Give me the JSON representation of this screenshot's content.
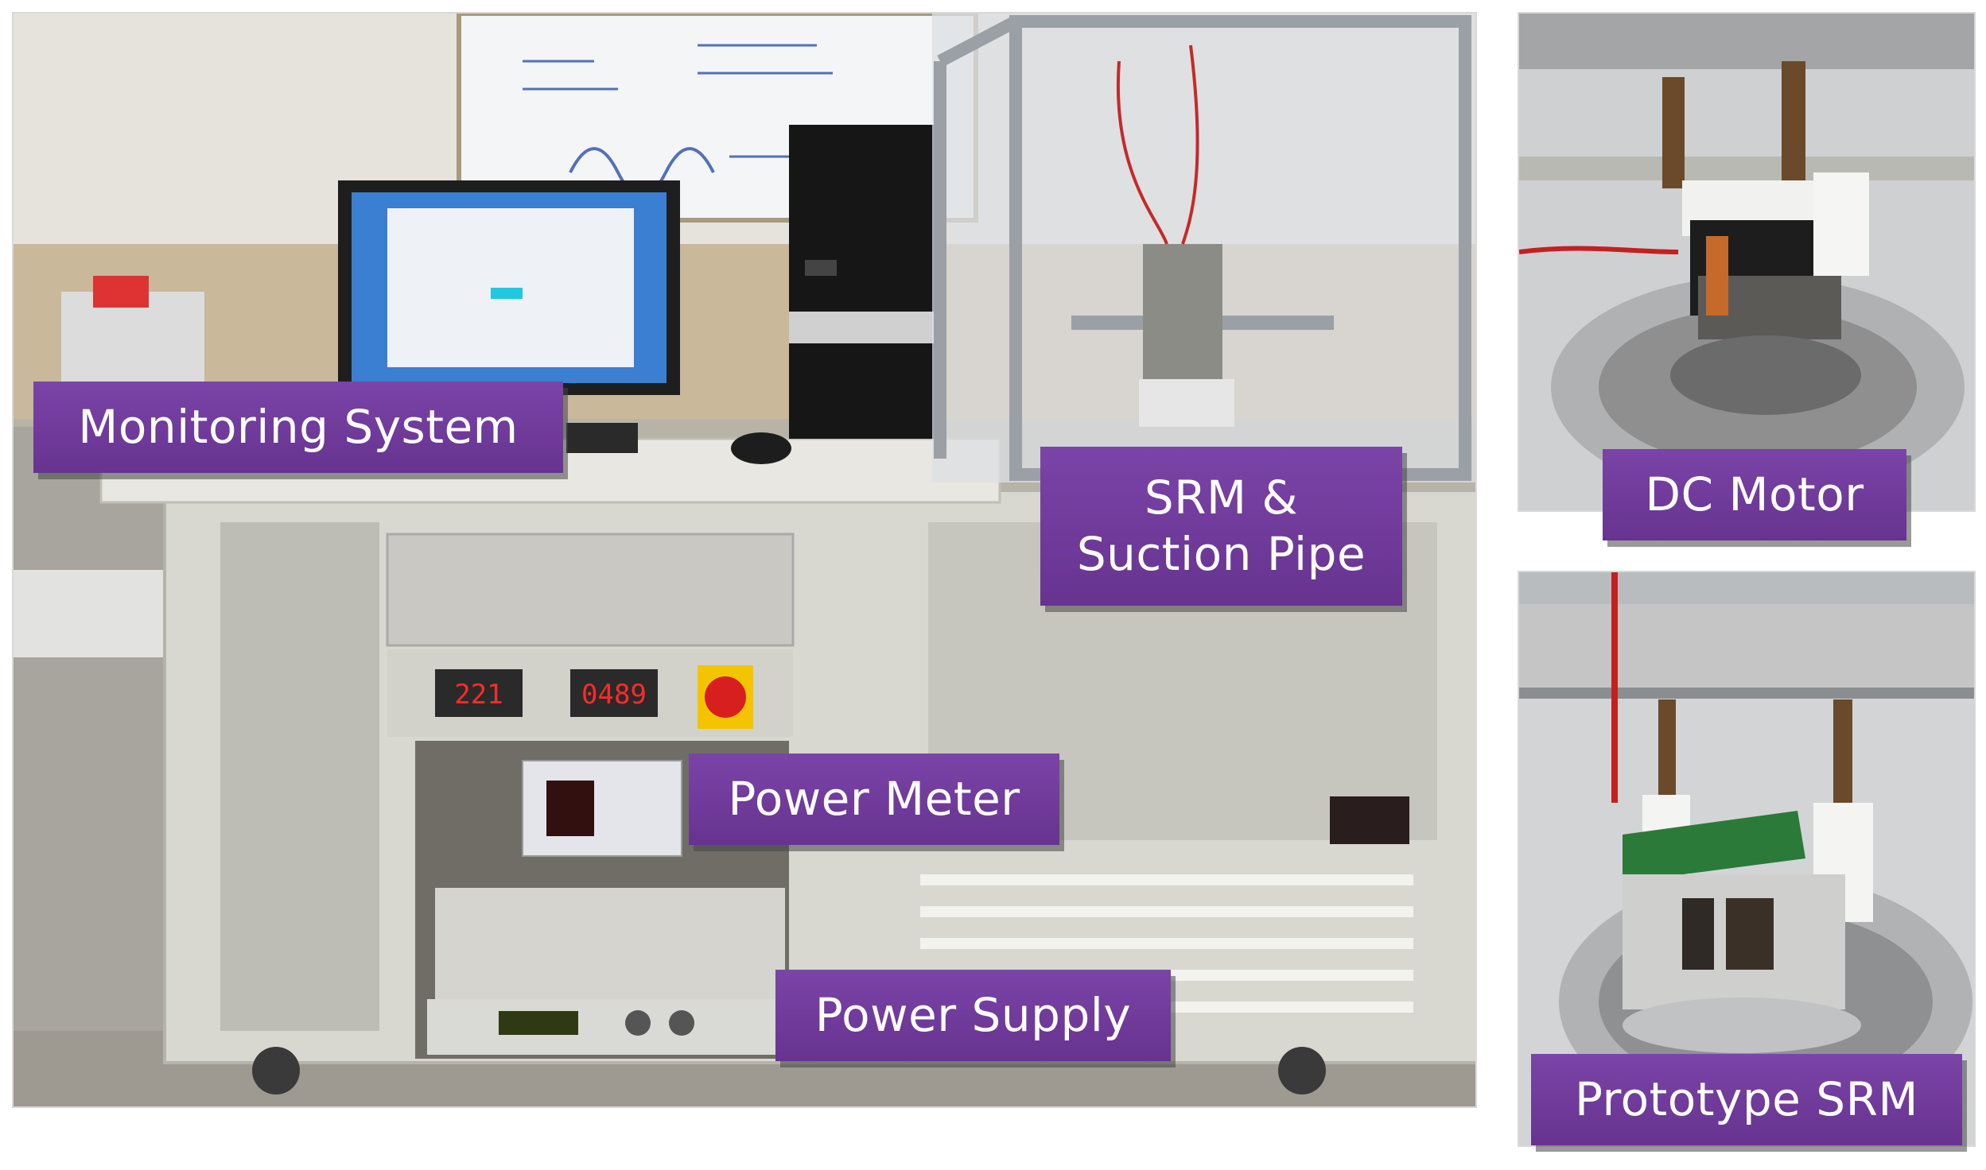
{
  "figure": {
    "panels": {
      "main": {
        "label_monitoring": "Monitoring System",
        "label_srm": "SRM &\nSuction Pipe",
        "label_power_meter": "Power Meter",
        "label_power_supply": "Power Supply",
        "meter_left": "221",
        "meter_right": "0489"
      },
      "dc_motor": {
        "label": "DC Motor"
      },
      "prototype": {
        "label": "Prototype SRM"
      }
    },
    "colors": {
      "label_bg": "#6f3a9b",
      "label_text": "#ffffff",
      "meter_digits": "#ff2a2a"
    },
    "icons": [
      "photo-test-bench",
      "photo-dc-motor",
      "photo-prototype-srm"
    ]
  }
}
